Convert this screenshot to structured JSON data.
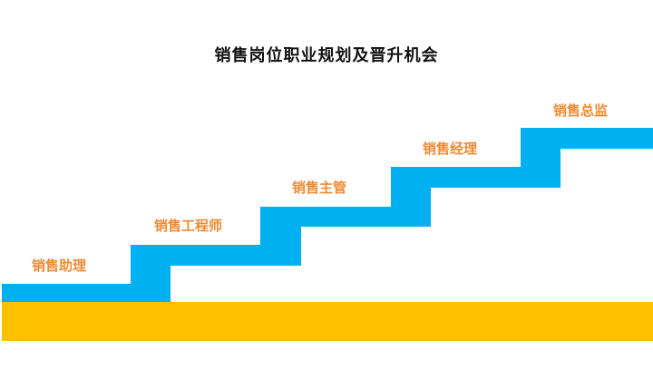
{
  "title": "销售岗位职业规划及晋升机会",
  "colors": {
    "stairs": "#00B0F0",
    "base": "#FFC000",
    "label": "#F08A32"
  },
  "steps": [
    {
      "label": "销售助理"
    },
    {
      "label": "销售工程师"
    },
    {
      "label": "销售主管"
    },
    {
      "label": "销售经理"
    },
    {
      "label": "销售总监"
    }
  ]
}
